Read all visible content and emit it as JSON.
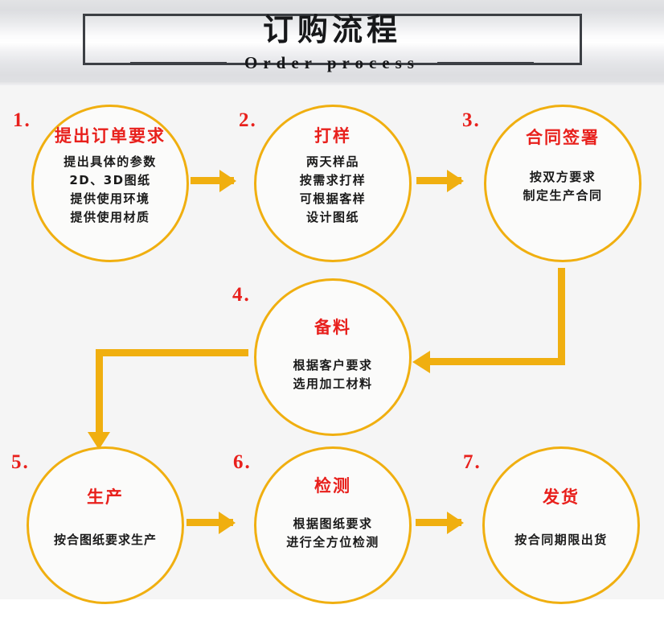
{
  "header": {
    "title_cn": "订购流程",
    "title_en": "Order process"
  },
  "colors": {
    "accent_orange": "#f0af10",
    "title_red": "#e8201c",
    "frame_dark": "#3c3f44",
    "board_bg": "#f5f5f5",
    "node_bg": "#fbfbfa"
  },
  "steps": [
    {
      "number": "1.",
      "title": "提出订单要求",
      "lines": [
        "提出具体的参数",
        "2D、3D图纸",
        "提供使用环境",
        "提供使用材质"
      ]
    },
    {
      "number": "2.",
      "title": "打样",
      "lines": [
        "两天样品",
        "按需求打样",
        "可根据客样",
        "设计图纸"
      ]
    },
    {
      "number": "3.",
      "title": "合同签署",
      "lines": [
        "按双方要求",
        "制定生产合同"
      ]
    },
    {
      "number": "4.",
      "title": "备料",
      "lines": [
        "根据客户要求",
        "选用加工材料"
      ]
    },
    {
      "number": "5.",
      "title": "生产",
      "lines": [
        "按合图纸要求生产"
      ]
    },
    {
      "number": "6.",
      "title": "检测",
      "lines": [
        "根据图纸要求",
        "进行全方位检测"
      ]
    },
    {
      "number": "7.",
      "title": "发货",
      "lines": [
        "按合同期限出货"
      ]
    }
  ],
  "connectors": [
    {
      "from": "1",
      "to": "2",
      "shape": "arrow-right"
    },
    {
      "from": "2",
      "to": "3",
      "shape": "arrow-right"
    },
    {
      "from": "3",
      "to": "4",
      "shape": "elbow-down-left"
    },
    {
      "from": "4",
      "to": "5",
      "shape": "elbow-left-down"
    },
    {
      "from": "5",
      "to": "6",
      "shape": "arrow-right"
    },
    {
      "from": "6",
      "to": "7",
      "shape": "arrow-right"
    }
  ]
}
